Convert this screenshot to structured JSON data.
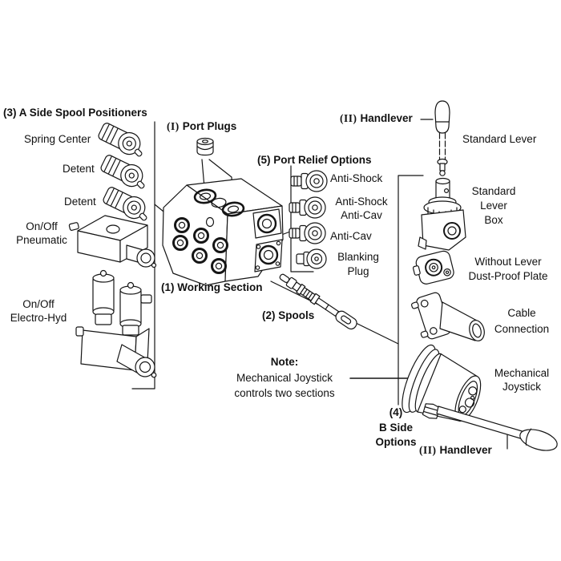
{
  "colors": {
    "ink": "#151515",
    "paper": "#ffffff"
  },
  "a_side": {
    "header": "(3) A Side Spool Positioners",
    "items": [
      {
        "label": "Spring Center",
        "icon": "spring-center-cartridge-icon"
      },
      {
        "label": "Detent",
        "icon": "detent-cartridge-icon"
      },
      {
        "label": "Detent",
        "icon": "detent-cartridge-icon"
      },
      {
        "lines": [
          "On/Off",
          "Pneumatic"
        ],
        "icon": "pneumatic-actuator-icon"
      },
      {
        "lines": [
          "On/Off",
          "Electro-Hyd"
        ],
        "icon": "electro-hydraulic-actuator-icon"
      }
    ]
  },
  "port_plugs": {
    "numeral": "(I)",
    "label": "Port Plugs",
    "icon": "port-plug-icon"
  },
  "working_section": {
    "label": "(1) Working Section",
    "icon": "valve-body-icon"
  },
  "spools": {
    "label": "(2) Spools",
    "icon": "spool-icon"
  },
  "port_relief": {
    "header": "(5) Port Relief Options",
    "items": [
      {
        "lines": [
          "Anti-Shock"
        ],
        "icon": "relief-cartridge-icon"
      },
      {
        "lines": [
          "Anti-Shock",
          "Anti-Cav"
        ],
        "icon": "relief-cartridge-icon"
      },
      {
        "lines": [
          "Anti-Cav"
        ],
        "icon": "relief-cartridge-icon"
      },
      {
        "lines": [
          "Blanking",
          "Plug"
        ],
        "icon": "blanking-plug-icon"
      }
    ]
  },
  "handlever_top": {
    "numeral": "(II)",
    "label": "Handlever",
    "icon": "standard-lever-icon"
  },
  "handlever_bottom": {
    "numeral": "(II)",
    "label": "Handlever",
    "icon": "handlever-rod-icon"
  },
  "b_side": {
    "lines": [
      "(4)",
      "B Side",
      "Options"
    ],
    "items": [
      {
        "lines": [
          "Standard Lever"
        ],
        "icon": "standard-lever-icon"
      },
      {
        "lines": [
          "Standard",
          "Lever",
          "Box"
        ],
        "icon": "lever-box-icon"
      },
      {
        "lines": [
          "Without Lever",
          "Dust-Proof Plate"
        ],
        "icon": "dust-proof-plate-icon"
      },
      {
        "lines": [
          "Cable",
          "Connection"
        ],
        "icon": "cable-connection-icon"
      },
      {
        "lines": [
          "Mechanical",
          "Joystick"
        ],
        "icon": "mechanical-joystick-icon"
      }
    ]
  },
  "note": {
    "lines": [
      "Note:",
      "Mechanical Joystick",
      "controls two sections"
    ]
  }
}
